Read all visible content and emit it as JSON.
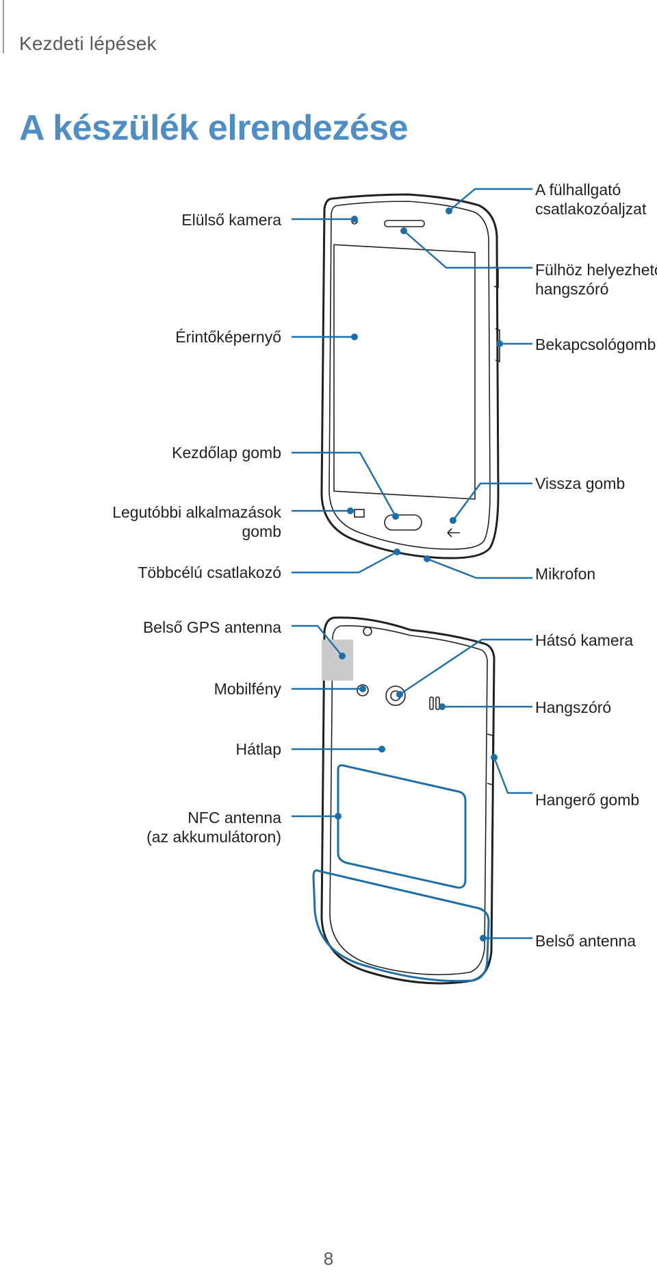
{
  "header": {
    "section": "Kezdeti lépések"
  },
  "title": "A készülék elrendezése",
  "front_labels": {
    "front_camera": "Elülső kamera",
    "touchscreen": "Érintőképernyő",
    "home_button": "Kezdőlap gomb",
    "recent_apps_line1": "Legutóbbi alkalmazások",
    "recent_apps_line2": "gomb",
    "multipurpose_jack": "Többcélú csatlakozó",
    "headset_jack_line1": "A fülhallgató",
    "headset_jack_line2": "csatlakozóaljzat",
    "earpiece_line1": "Fülhöz helyezhető",
    "earpiece_line2": "hangszóró",
    "power_button": "Bekapcsológomb",
    "back_button": "Vissza gomb",
    "microphone": "Mikrofon"
  },
  "back_labels": {
    "gps_antenna": "Belső GPS antenna",
    "flash": "Mobilfény",
    "back_cover": "Hátlap",
    "nfc_line1": "NFC antenna",
    "nfc_line2": "(az akkumulátoron)",
    "rear_camera": "Hátsó kamera",
    "speaker": "Hangszóró",
    "volume_button": "Hangerő gomb",
    "main_antenna": "Belső antenna"
  },
  "page_number": "8",
  "colors": {
    "title": "#4f8ec4",
    "callout": "#1b6ea8",
    "header": "#58595b"
  }
}
